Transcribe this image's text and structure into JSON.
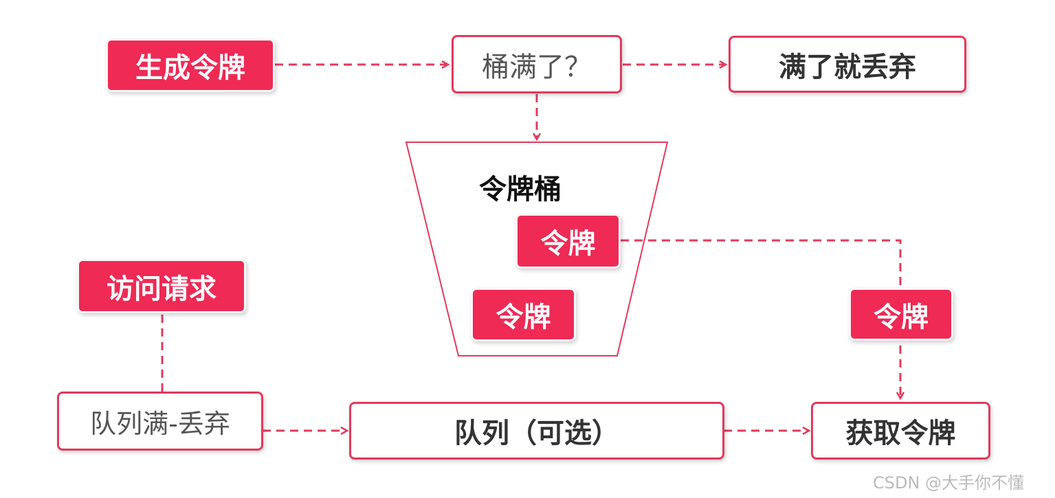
{
  "colors": {
    "accent": "#e23a5c",
    "fill": "#ee2a55",
    "text": "#333333"
  },
  "nodes": {
    "generate_token": "生成令牌",
    "bucket_full_question": "桶满了？",
    "discard_when_full": "满了就丢弃",
    "token_bucket": "令牌桶",
    "token_a": "令牌",
    "token_b": "令牌",
    "token_moving": "令牌",
    "access_request": "访问请求",
    "queue_full_discard": "队列满-丢弃",
    "queue_optional": "队列（可选）",
    "acquire_token": "获取令牌"
  },
  "watermark": "CSDN @大手你不懂"
}
